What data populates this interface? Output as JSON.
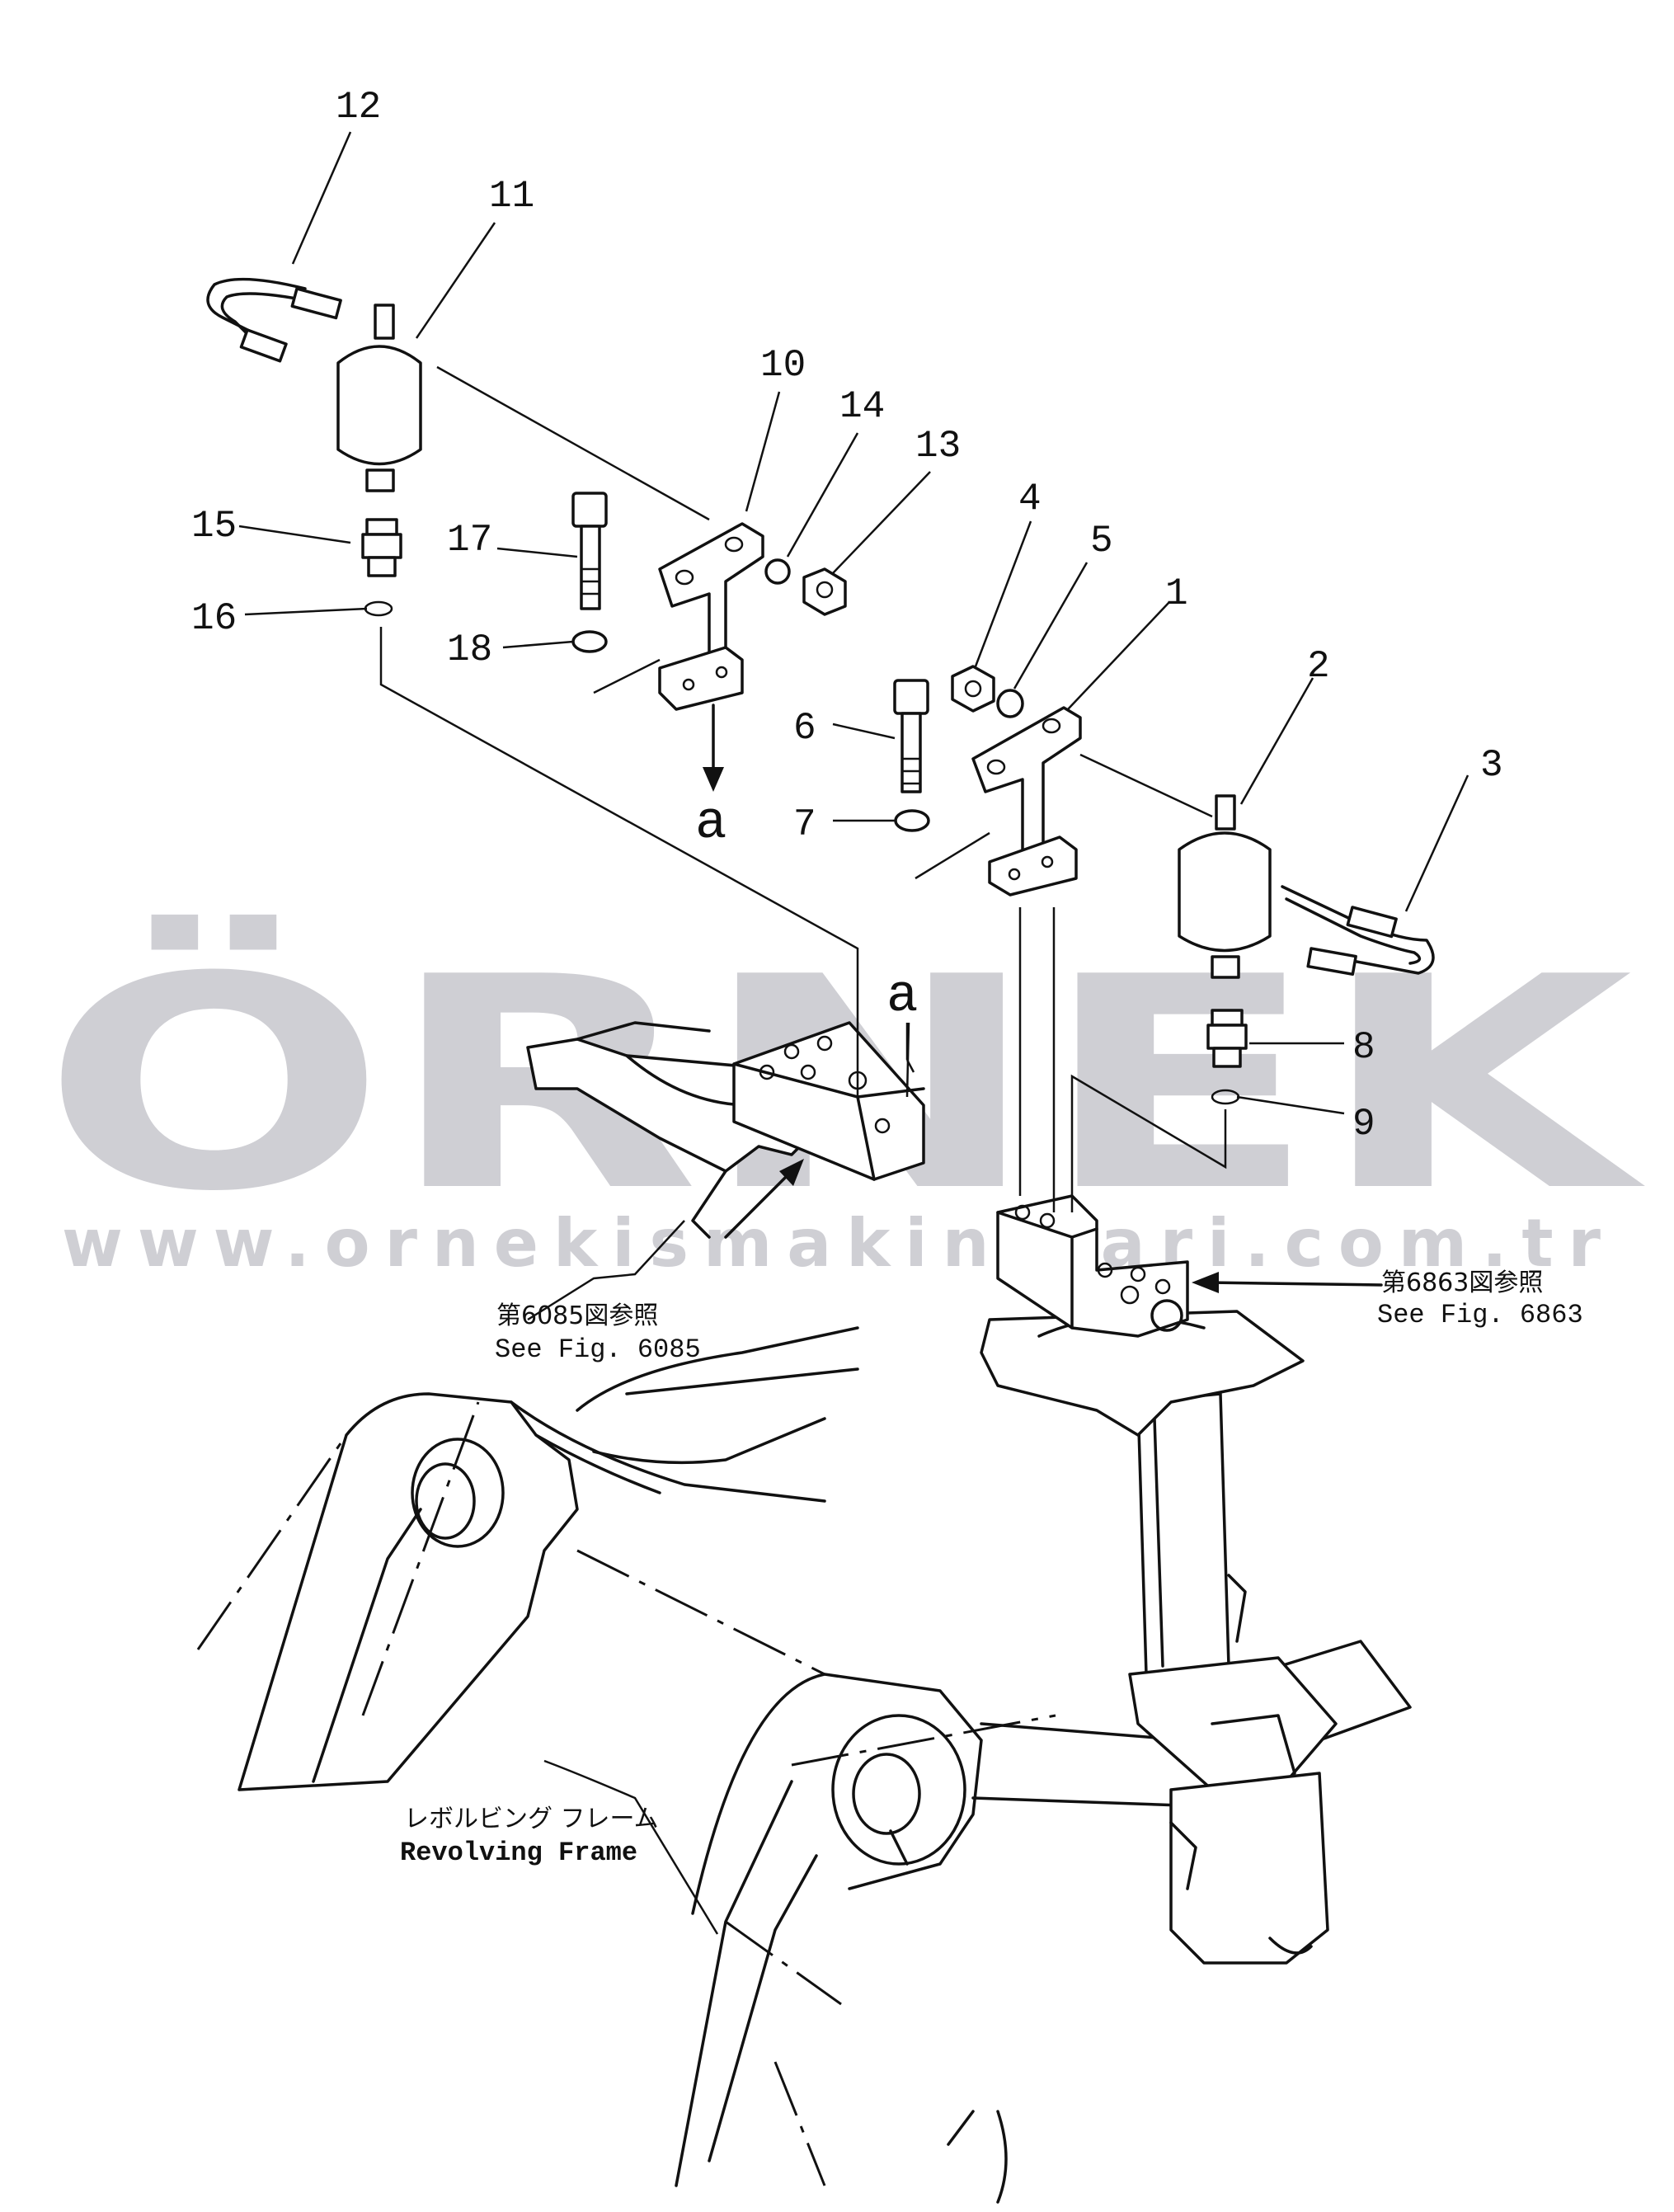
{
  "watermark": {
    "brand": "ÖRNEK",
    "url": "www.ornekismakinalari.com.tr",
    "accent_color": "#f5d67a",
    "text_color": "#cfcfd4"
  },
  "callouts": {
    "c1": "1",
    "c2": "2",
    "c3": "3",
    "c4": "4",
    "c5": "5",
    "c6": "6",
    "c7": "7",
    "c8": "8",
    "c9": "9",
    "c10": "10",
    "c11": "11",
    "c12": "12",
    "c13": "13",
    "c14": "14",
    "c15": "15",
    "c16": "16",
    "c17": "17",
    "c18": "18"
  },
  "markers": {
    "a_upper": "a",
    "a_lower": "a"
  },
  "references": {
    "fig6085_jp": "第6085図参照",
    "fig6085_en": "See  Fig.  6085",
    "fig6863_jp": "第6863図参照",
    "fig6863_en": "See  Fig.  6863",
    "frame_jp": "レボルビング フレーム",
    "frame_en": "Revolving  Frame"
  }
}
